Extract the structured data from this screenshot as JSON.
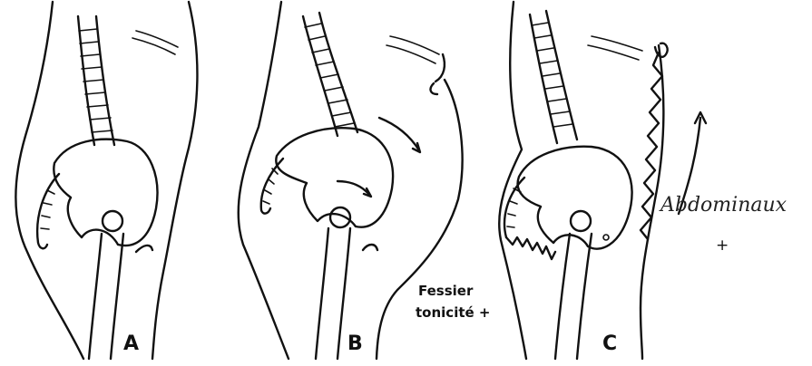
{
  "panels": [
    {
      "letter": "A"
    },
    {
      "letter": "B"
    },
    {
      "letter": "C"
    }
  ],
  "annotations": {
    "fessier_line1": "Fessier",
    "fessier_line2": "tonicité +",
    "abdominaux_label": "Abdominaux",
    "abdominaux_sign": "+"
  },
  "colors": {
    "ink": "#111111",
    "background": "#ffffff"
  }
}
